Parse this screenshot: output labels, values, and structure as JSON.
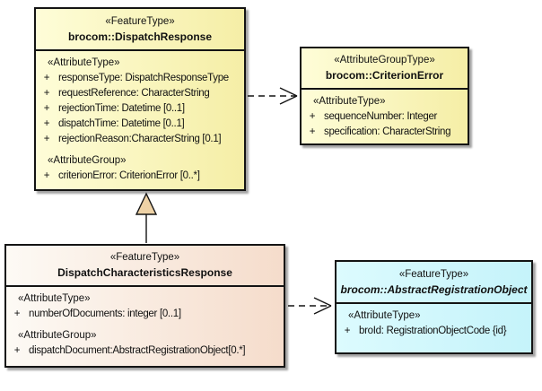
{
  "colors": {
    "yellow_l": "#fefdd8",
    "yellow_r": "#f5eea6",
    "peach_l": "#fdfaf5",
    "peach_r": "#f5dccb",
    "cyan_l": "#dcfbfe",
    "cyan_r": "#c5f3fa",
    "border": "#141414",
    "shadow": "#a3a3a3",
    "triangle_fill": "#eed2a6",
    "canvas_bg": "#ffffff"
  },
  "classes": [
    {
      "stereotype": "«FeatureType»",
      "name": "brocom::DispatchResponse",
      "sections": [
        {
          "heading": "«AttributeType»",
          "attrs": [
            {
              "vis": "+",
              "text": "responseType: DispatchResponseType"
            },
            {
              "vis": "+",
              "text": "requestReference: CharacterString"
            },
            {
              "vis": "+",
              "text": "rejectionTime: Datetime [0..1]"
            },
            {
              "vis": "+",
              "text": "dispatchTime: Datetime [0..1]"
            },
            {
              "vis": "+",
              "text": "rejectionReason:CharacterString [0.1]"
            }
          ]
        },
        {
          "heading": "«AttributeGroup»",
          "attrs": [
            {
              "vis": "+",
              "text": "criterionError: CriterionError [0..*]"
            }
          ]
        }
      ]
    },
    {
      "stereotype": "«AttributeGroupType»",
      "name": "brocom::CriterionError",
      "sections": [
        {
          "heading": "«AttributeType»",
          "attrs": [
            {
              "vis": "+",
              "text": "sequenceNumber: Integer"
            },
            {
              "vis": "+",
              "text": "specification: CharacterString"
            }
          ]
        }
      ]
    },
    {
      "stereotype": "«FeatureType»",
      "name": "DispatchCharacteristicsResponse",
      "sections": [
        {
          "heading": "«AttributeType»",
          "attrs": [
            {
              "vis": "+",
              "text": "numberOfDocuments: integer [0..1]"
            }
          ]
        },
        {
          "heading": "«AttributeGroup»",
          "attrs": [
            {
              "vis": "+",
              "text": "dispatchDocument:AbstractRegistrationObject[0.*]"
            }
          ]
        }
      ]
    },
    {
      "stereotype": "«FeatureType»",
      "name": "brocom::AbstractRegistrationObject",
      "sections": [
        {
          "heading": "«AttributeType»",
          "attrs": [
            {
              "vis": "+",
              "text": "broId: RegistrationObjectCode {id}"
            }
          ]
        }
      ]
    }
  ],
  "relationships": [
    {
      "type": "dependency",
      "from": "brocom::DispatchResponse",
      "to": "brocom::CriterionError",
      "line": "dashed",
      "arrowhead": "open"
    },
    {
      "type": "generalization",
      "from": "DispatchCharacteristicsResponse",
      "to": "brocom::DispatchResponse",
      "line": "solid",
      "arrowhead": "triangle"
    },
    {
      "type": "dependency",
      "from": "DispatchCharacteristicsResponse",
      "to": "brocom::AbstractRegistrationObject",
      "line": "dashed",
      "arrowhead": "open"
    }
  ]
}
